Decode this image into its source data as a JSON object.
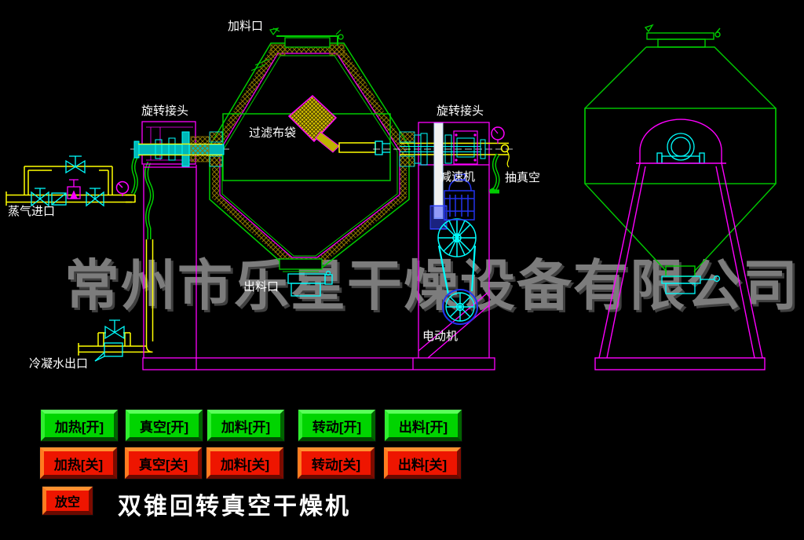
{
  "title": "双锥回转真空干燥机",
  "watermark": "常州市乐星干燥设备有限公司",
  "diagram_labels": {
    "feed_port": "加料口",
    "rotary_joint_left": "旋转接头",
    "rotary_joint_right": "旋转接头",
    "filter_bag": "过滤布袋",
    "steam_inlet": "蒸气进口",
    "reducer": "减速机",
    "vacuum": "抽真空",
    "discharge_port": "出料口",
    "motor": "电动机",
    "condensate_outlet": "冷凝水出口"
  },
  "buttons": {
    "on": [
      {
        "label": "加热[开]"
      },
      {
        "label": "真空[开]"
      },
      {
        "label": "加料[开]"
      },
      {
        "label": "转动[开]"
      },
      {
        "label": "出料[开]"
      }
    ],
    "off": [
      {
        "label": "加热[关]"
      },
      {
        "label": "真空[关]"
      },
      {
        "label": "加料[关]"
      },
      {
        "label": "转动[关]"
      },
      {
        "label": "出料[关]"
      }
    ],
    "vent": {
      "label": "放空"
    }
  },
  "colors": {
    "background": "#000000",
    "button_on": "#00d400",
    "button_off": "#ee1500",
    "pipe_yellow": "#ffff00",
    "line_green": "#00cc00",
    "line_magenta": "#ff00ff",
    "line_cyan": "#00ffff",
    "motor_blue": "#2233ee",
    "watermark_gray": "#7c7c7c",
    "label_white": "#ffffff"
  }
}
